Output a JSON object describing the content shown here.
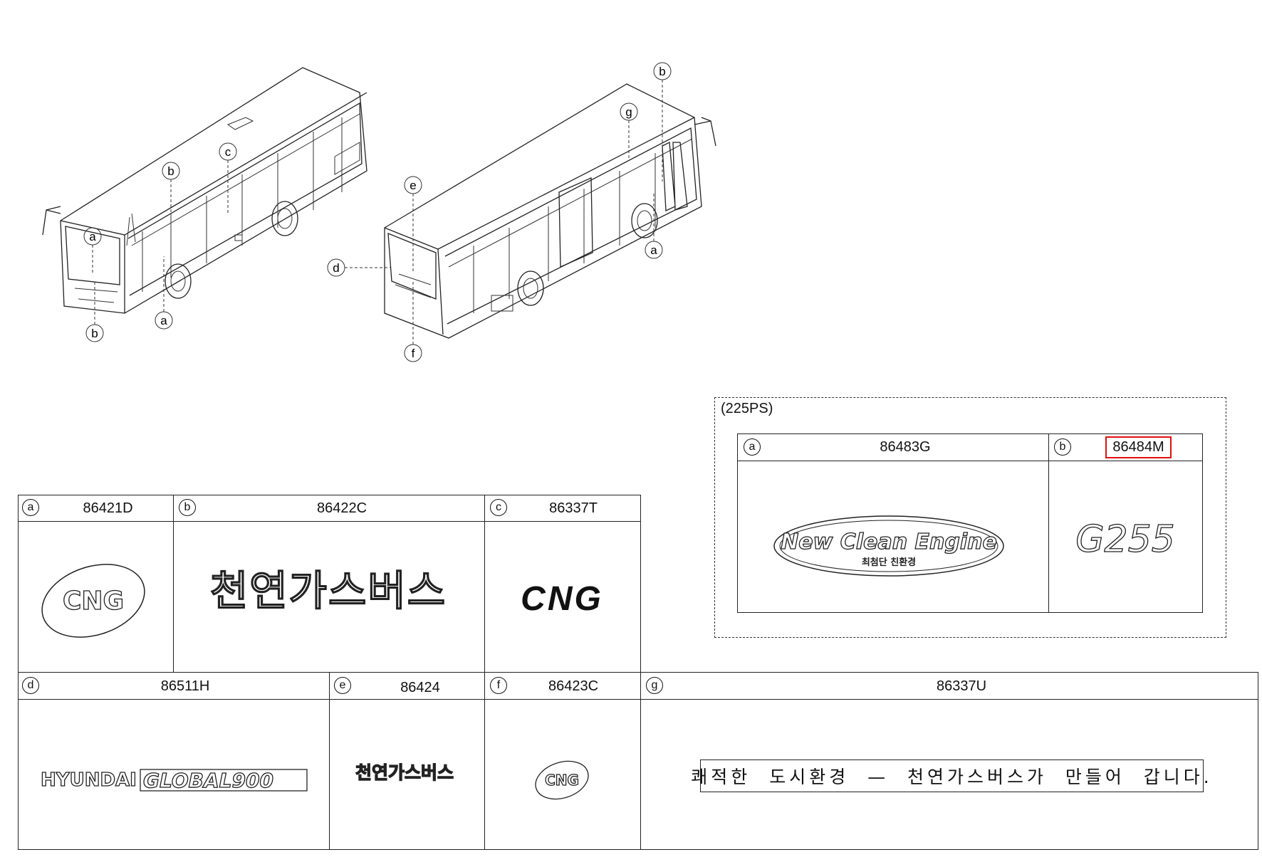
{
  "callouts_left_bus": [
    "a",
    "b",
    "c",
    "a",
    "b"
  ],
  "callouts_right_bus": [
    "b",
    "g",
    "e",
    "d",
    "a",
    "f"
  ],
  "option_box": {
    "caption": "(225PS)",
    "cells": [
      {
        "letter": "a",
        "part": "86483G",
        "emblem_text": "New Clean Engine",
        "emblem_subtext": "최첨단 친환경"
      },
      {
        "letter": "b",
        "part": "86484M",
        "emblem_text": "G255",
        "highlighted": true
      }
    ]
  },
  "main_table": {
    "row1": [
      {
        "letter": "a",
        "part": "86421D",
        "emblem_text": "CNG"
      },
      {
        "letter": "b",
        "part": "86422C",
        "emblem_text": "천연가스버스"
      },
      {
        "letter": "c",
        "part": "86337T",
        "emblem_text": "CNG"
      }
    ],
    "row2": [
      {
        "letter": "d",
        "part": "86511H",
        "emblem_text_1": "HYUNDAI",
        "emblem_text_2": "GLOBAL900"
      },
      {
        "letter": "e",
        "part": "86424",
        "emblem_text": "천연가스버스"
      },
      {
        "letter": "f",
        "part": "86423C",
        "emblem_text": "CNG"
      },
      {
        "letter": "g",
        "part": "86337U",
        "emblem_text": "쾌적한  도시환경  —  천연가스버스가  만들어  갑니다."
      }
    ]
  },
  "colors": {
    "highlight": "#e01010",
    "line": "#222222"
  }
}
